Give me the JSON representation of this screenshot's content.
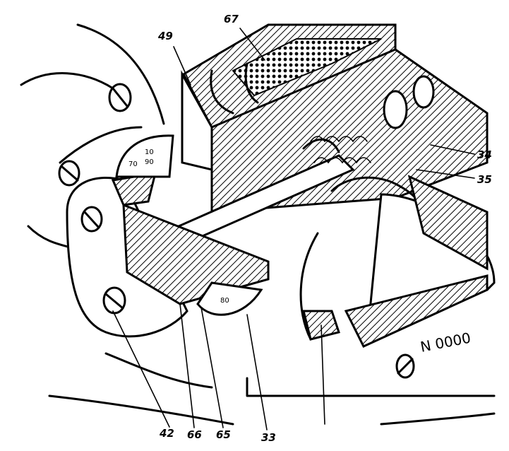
{
  "labels": {
    "l67": "67",
    "l49": "49",
    "l34": "34",
    "l35": "35",
    "l42": "42",
    "l66": "66",
    "l65": "65",
    "l33": "33"
  },
  "serial_plate": {
    "text": "N 0000"
  },
  "dial_marks": {
    "m1": "10",
    "m2": "90",
    "m3": "70",
    "m4": "80"
  }
}
